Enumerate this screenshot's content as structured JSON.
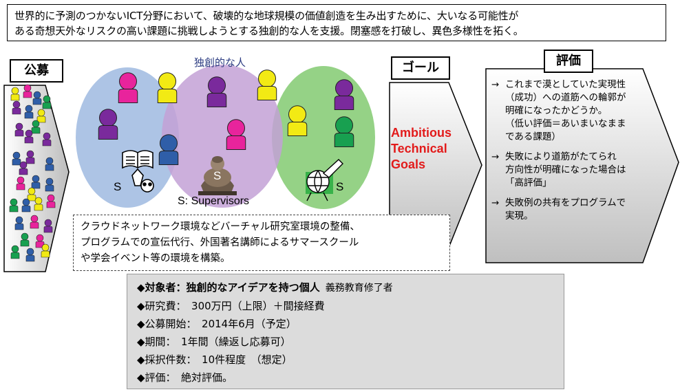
{
  "banner": {
    "line1": "世界的に予測のつかないICT分野において、破壊的な地球規模の価値創造を生み出すために、大いなる可能性が",
    "line2": "ある奇想天外なリスクの高い課題に挑戦しようとする独創的な人を支援。閉塞感を打破し、異色多様性を拓く。"
  },
  "labels": {
    "recruit": "公募",
    "goal": "ゴール",
    "evaluation": "評価",
    "creative_people": "独創的な人",
    "supervisors": "S: Supervisors",
    "s": "S"
  },
  "goal_text": {
    "line1": "Ambitious",
    "line2": "Technical",
    "line3": "Goals"
  },
  "evaluation_items": [
    {
      "arrow": "→",
      "text": "これまで漠としていた実現性\n（成功）への道筋への輪郭が\n明確になったかどうか。\n（低い評価＝あいまいなまま\nである課題）"
    },
    {
      "arrow": "→",
      "text": "失敗により道筋がたてられ\n方向性が明確になった場合は\n「高評価」"
    },
    {
      "arrow": "→",
      "text": "失敗例の共有をプログラムで\n実現。"
    }
  ],
  "environment": {
    "line1": "クラウドネットワーク環境などバーチャル研究室環境の整備、",
    "line2": "プログラムでの宣伝代行、外国著名講師によるサマースクール",
    "line3": "や学会イベント等の環境を構築。"
  },
  "eligibility": {
    "target_label": "◆対象者：独創的なアイデアを持つ個人",
    "target_note": "義務教育修了者",
    "budget": "◆研究費：　300万円（上限）＋間接経費",
    "start": "◆公募開始：　2014年6月（予定）",
    "period": "◆期間：　1年間（繰返し応募可）",
    "count": "◆採択件数：　10件程度　（想定）",
    "evaluation": "◆評価：　絶対評価。"
  },
  "colors": {
    "pink": "#e8249c",
    "yellow": "#f2ea14",
    "purple": "#7a2a9c",
    "blue": "#2f5ea8",
    "green": "#18a050",
    "goal_red": "#e21b1b",
    "circle_blue": "#a9c1e4",
    "circle_purple": "#c3a1d6",
    "circle_green": "#8fd07f"
  },
  "icons": {
    "person": "person-icon",
    "book": "open-book-icon",
    "buddha": "buddha-statue-icon",
    "globe": "globe-rocket-icon"
  }
}
